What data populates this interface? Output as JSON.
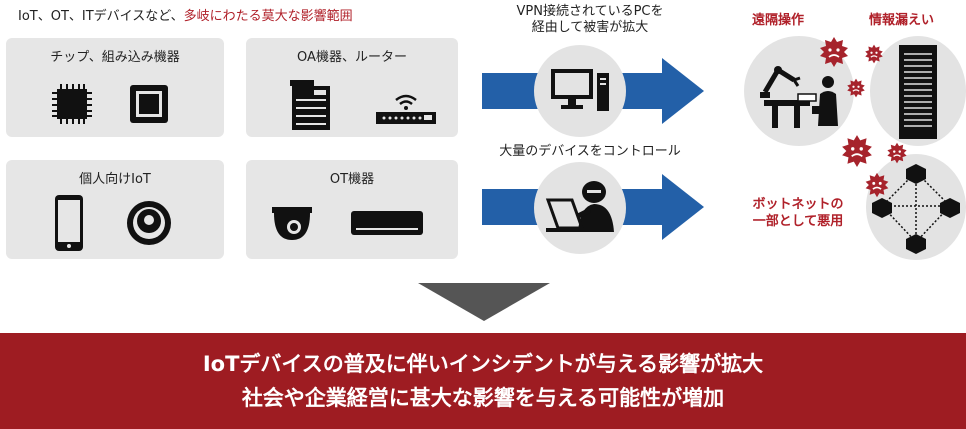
{
  "header": {
    "left_plain": "IoT、OT、ITデバイスなど、",
    "left_highlight": "多岐にわたる莫大な影響範囲"
  },
  "device_boxes": [
    {
      "label": "チップ、組み込み機器"
    },
    {
      "label": "OA機器、ルーター"
    },
    {
      "label": "個人向けIoT"
    },
    {
      "label": "OT機器"
    }
  ],
  "middle": {
    "vpn_caption_line1": "VPN接続されているPCを",
    "vpn_caption_line2": "経由して被害が拡大",
    "control_caption": "大量のデバイスをコントロール"
  },
  "right": {
    "remote_label": "遠隔操作",
    "leak_label": "情報漏えい",
    "botnet_line1": "ボットネットの",
    "botnet_line2": "一部として悪用"
  },
  "banner": {
    "line1": "IoTデバイスの普及に伴いインシデントが与える影響が拡大",
    "line2": "社会や企業経営に甚大な影響を与える可能性が増加"
  },
  "colors": {
    "accent_red": "#b0212a",
    "banner_red": "#9e1c22",
    "arrow_blue": "#2360a8",
    "box_gray": "#e6e6e6",
    "down_arrow": "#555555"
  }
}
